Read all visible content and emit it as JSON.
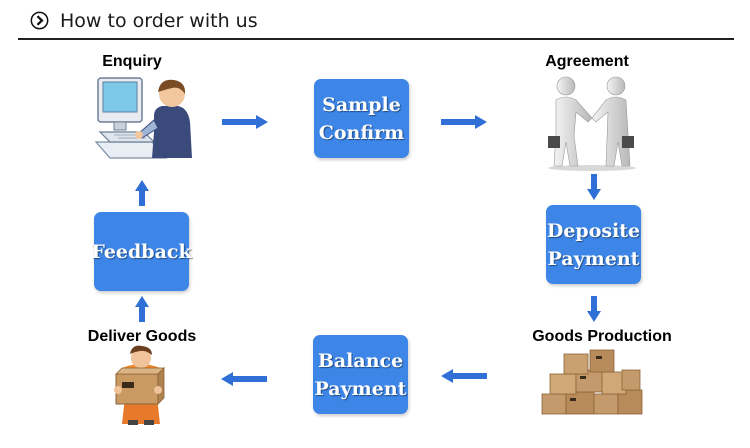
{
  "header": {
    "title": "How to order with us"
  },
  "steps": {
    "enquiry": "Enquiry",
    "agreement": "Agreement",
    "goods_production": "Goods Production",
    "deliver_goods": "Deliver Goods"
  },
  "boxes": {
    "sample_confirm": {
      "line1": "Sample",
      "line2": "Confirm"
    },
    "deposite_payment": {
      "line1": "Deposite",
      "line2": "Payment"
    },
    "balance_payment": {
      "line1": "Balance",
      "line2": "Payment"
    },
    "feedback": {
      "line1": "Feedback"
    }
  },
  "colors": {
    "box_fill": "#3d86e8",
    "arrow_fill": "#2f6fd6",
    "header_line": "#222222"
  }
}
